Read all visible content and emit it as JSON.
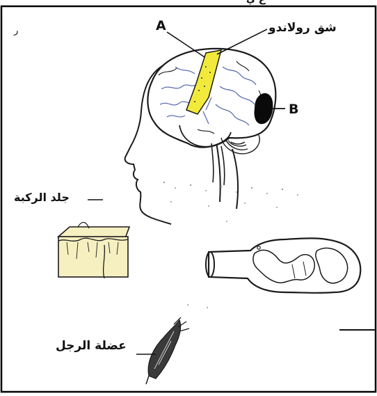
{
  "figure": {
    "label_a": "A",
    "label_b": "B",
    "rolandic_fissure_label": "شق رولاندو",
    "knee_skin_label": "جلد الركبة",
    "leg_muscle_label": "عضلة الرجل",
    "top_edge_fragment": "ع ي",
    "corner_fragment": "ر"
  },
  "colors": {
    "motor_area_fill": "#f2ea3a",
    "visual_area_fill": "#0a0a0a",
    "knee_skin_fill": "#f6efc0",
    "line": "#1a1a1a",
    "brain_veins": "#5a6fb0"
  },
  "icons": {
    "brain": "brain-side-view",
    "head": "head-profile-outline",
    "spinal_cord": "spinal-cord-cross-section",
    "skin": "skin-block",
    "muscle": "leg-muscle"
  }
}
